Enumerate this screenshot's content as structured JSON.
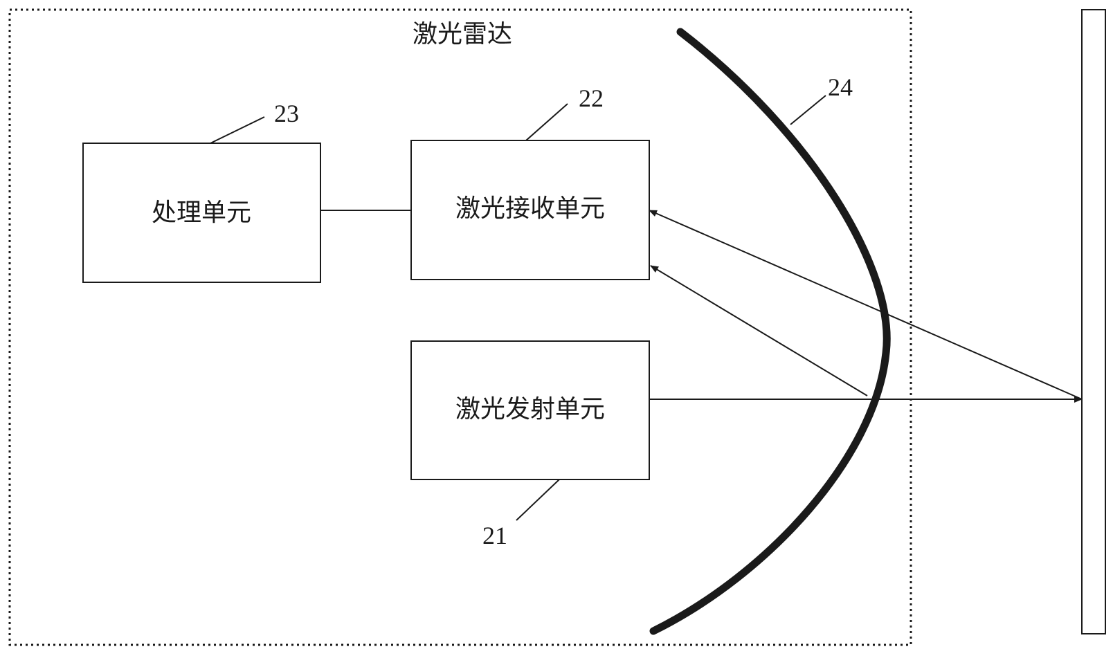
{
  "diagram": {
    "title": "激光雷达",
    "units": {
      "processing": {
        "label": "处理单元",
        "ref": "23"
      },
      "receiver": {
        "label": "激光接收单元",
        "ref": "22"
      },
      "emitter": {
        "label": "激光发射单元",
        "ref": "21"
      }
    },
    "reflector": {
      "ref": "24"
    }
  },
  "colors": {
    "stroke": "#1a1a1a",
    "background": "#ffffff"
  }
}
